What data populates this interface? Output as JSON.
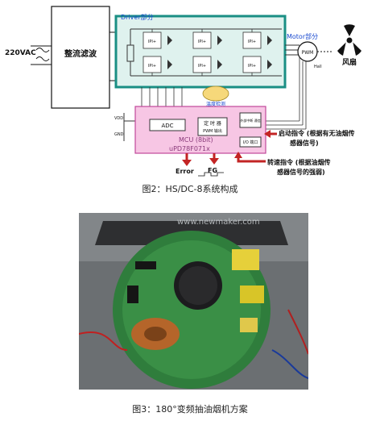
{
  "diagram": {
    "input_voltage": "220VAC",
    "rectifier_label": "整流滤波",
    "driver_label": "Driver部分",
    "motor_label": "Motor部分",
    "fan_label": "风扇",
    "temp_label": "温度检测",
    "mcu_bits": "MCU (8bit)",
    "mcu_model": "uPD78F071x",
    "adc_label": "ADC",
    "timer_label": "定 时 器",
    "pwm_label": "PWM 输出",
    "comm_label": "外部中断 通信",
    "port_label": "I/O 端口",
    "pwm_motor": "PWM",
    "hall_label": "Hall",
    "error_label": "Error",
    "fg_label": "FG",
    "start_cmd": "启动指令 (根据有无油烟传感器信号)",
    "start_cmd_line1": "启动指令 (根据有无油烟传",
    "start_cmd_line2": "感器信号)",
    "speed_cmd_line1": "转速指令 (根据油烟传",
    "speed_cmd_line2": "感器信号的强弱)",
    "transistor_label": "IPI+",
    "vdd_label": "VDD",
    "gnd_label": "GND"
  },
  "caption_fig2": "图2：HS/DC-8系统构成",
  "photo": {
    "watermark": "www.newmaker.com"
  },
  "caption_fig3": "图3：180°变频抽油烟机方案"
}
